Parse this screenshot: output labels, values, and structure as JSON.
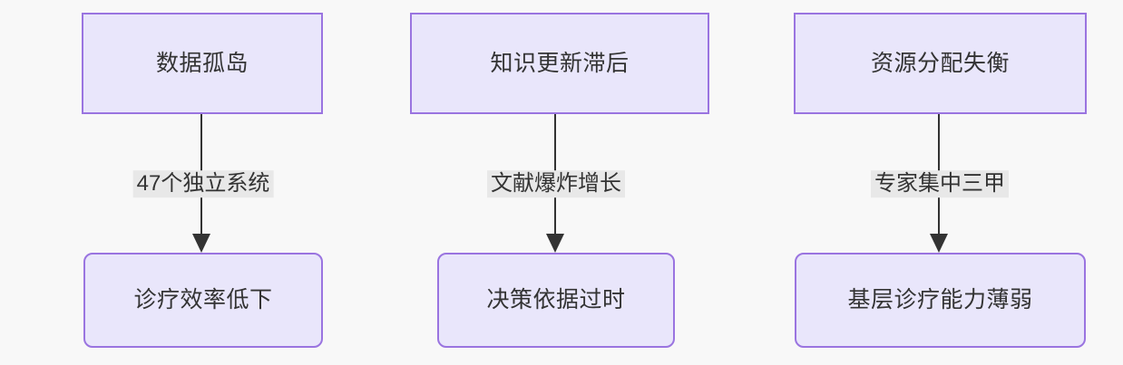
{
  "diagram": {
    "type": "flowchart",
    "direction": "top-down",
    "background_color": "#f8f8f8",
    "node_fill_color": "#e9e6fb",
    "node_border_color": "#9a74e0",
    "node_text_color": "#333333",
    "edge_color": "#333333",
    "edge_label_background": "#e8e8e8",
    "columns": [
      {
        "id": "col-1",
        "cause": {
          "id": "node-data-silo",
          "label": "数据孤岛",
          "shape": "rectangle"
        },
        "edge": {
          "id": "edge-1",
          "label": "47个独立系统",
          "arrow": "filled-triangle"
        },
        "effect": {
          "id": "node-low-efficiency",
          "label": "诊疗效率低下",
          "shape": "rounded-rectangle"
        }
      },
      {
        "id": "col-2",
        "cause": {
          "id": "node-knowledge-lag",
          "label": "知识更新滞后",
          "shape": "rectangle"
        },
        "edge": {
          "id": "edge-2",
          "label": "文献爆炸增长",
          "arrow": "filled-triangle"
        },
        "effect": {
          "id": "node-outdated-basis",
          "label": "决策依据过时",
          "shape": "rounded-rectangle"
        }
      },
      {
        "id": "col-3",
        "cause": {
          "id": "node-resource-imbalance",
          "label": "资源分配失衡",
          "shape": "rectangle"
        },
        "edge": {
          "id": "edge-3",
          "label": "专家集中三甲",
          "arrow": "filled-triangle"
        },
        "effect": {
          "id": "node-weak-primary-care",
          "label": "基层诊疗能力薄弱",
          "shape": "rounded-rectangle"
        }
      }
    ]
  }
}
